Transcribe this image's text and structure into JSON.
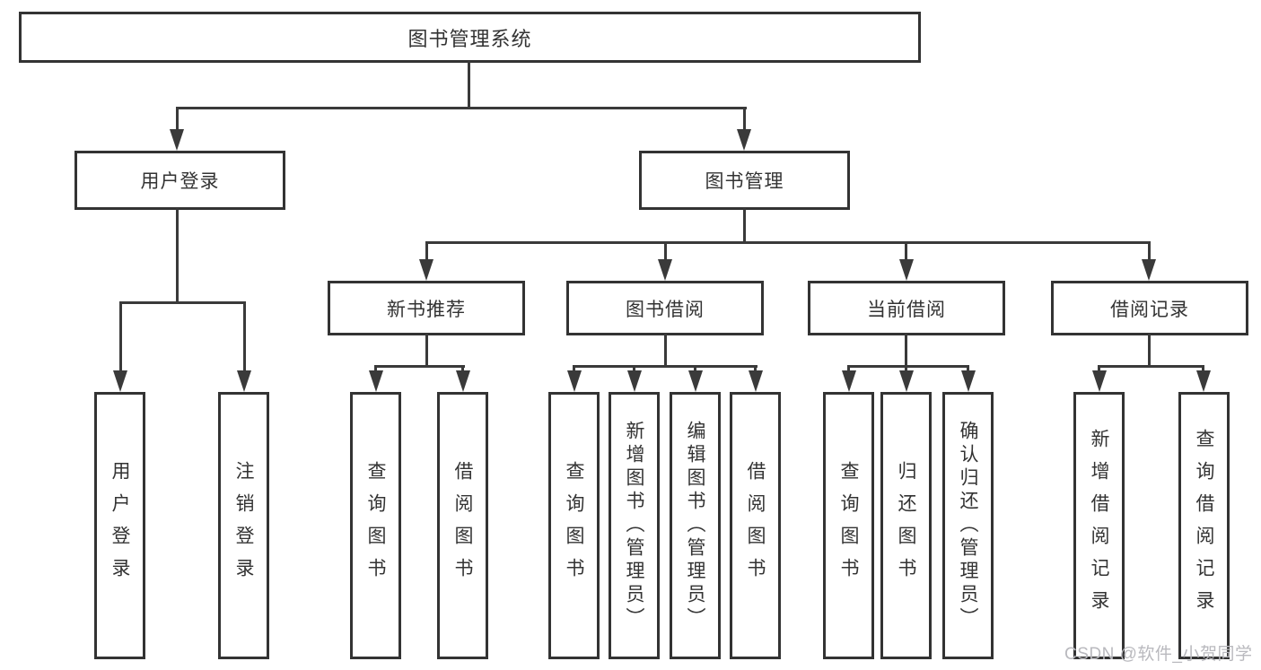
{
  "diagram": {
    "root": {
      "label": "图书管理系统"
    },
    "level1": [
      {
        "label": "用户登录"
      },
      {
        "label": "图书管理"
      }
    ],
    "level2": [
      {
        "label": "新书推荐"
      },
      {
        "label": "图书借阅"
      },
      {
        "label": "当前借阅"
      },
      {
        "label": "借阅记录"
      }
    ],
    "leaves": [
      {
        "label": "用户登录"
      },
      {
        "label": "注销登录"
      },
      {
        "label": "查询图书"
      },
      {
        "label": "借阅图书"
      },
      {
        "label": "查询图书"
      },
      {
        "label": "新增图书（管理员）"
      },
      {
        "label": "编辑图书（管理员）"
      },
      {
        "label": "借阅图书"
      },
      {
        "label": "查询图书"
      },
      {
        "label": "归还图书"
      },
      {
        "label": "确认归还（管理员）"
      },
      {
        "label": "新增借阅记录"
      },
      {
        "label": "查询借阅记录"
      }
    ]
  },
  "watermark": "CSDN @软件_小贺同学",
  "colors": {
    "line": "#3a3a3a",
    "box_border": "#333333",
    "text": "#333333",
    "watermark": "#b9b9be",
    "background": "#ffffff"
  }
}
